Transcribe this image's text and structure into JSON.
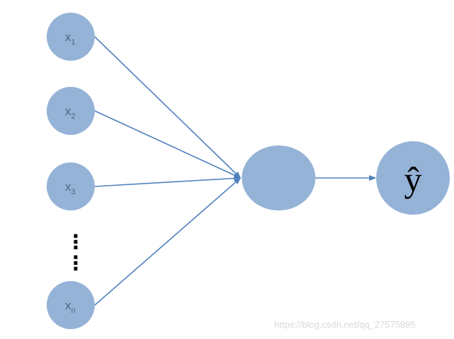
{
  "diagram": {
    "inputs": [
      {
        "base": "x",
        "sub": "1"
      },
      {
        "base": "x",
        "sub": "2"
      },
      {
        "base": "x",
        "sub": "3"
      },
      {
        "base": "x",
        "sub": "n"
      }
    ],
    "ellipsis": "⋮",
    "output_label": "ŷ",
    "colors": {
      "node_fill": "#95b3d7",
      "edge": "#4f81bd",
      "input_text": "#4a6586"
    }
  },
  "watermark": {
    "text": "https://blog.csdn.net/qq_27575895"
  }
}
